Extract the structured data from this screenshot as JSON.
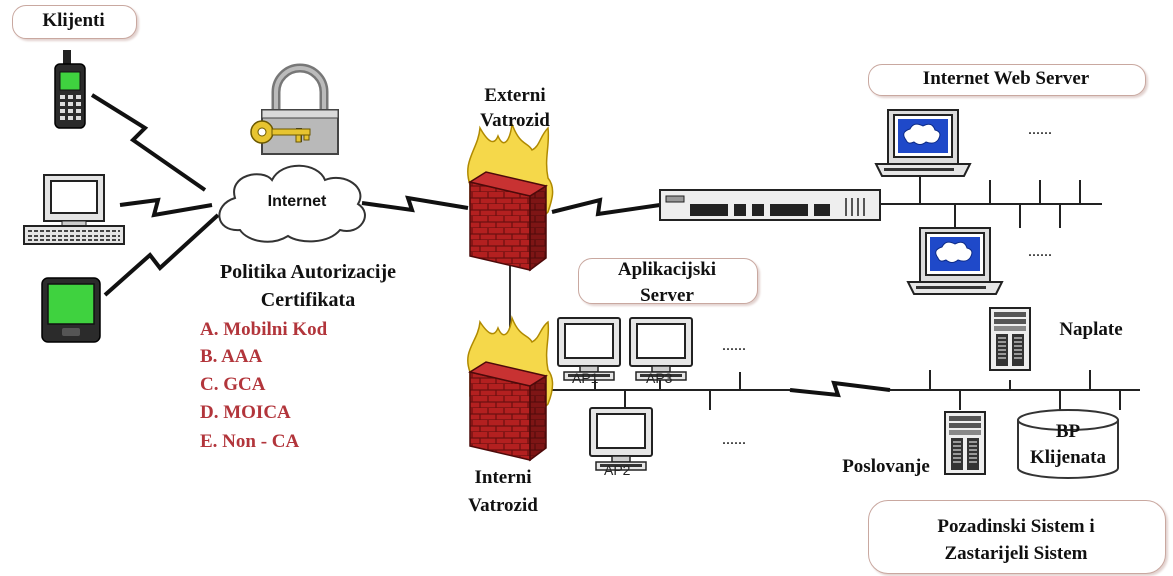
{
  "labels": {
    "clients": "Klijenti",
    "internet": "Internet",
    "external_firewall_line1": "Externi",
    "external_firewall_line2": "Vatrozid",
    "internal_firewall_line1": "Interni",
    "internal_firewall_line2": "Vatrozid",
    "web_server": "Internet Web Server",
    "app_server_line1": "Aplikacijski",
    "app_server_line2": "Server",
    "billing": "Naplate",
    "business": "Poslovanje",
    "db_line1": "BP",
    "db_line2": "Klijenata",
    "backend_line1": "Pozadinski Sistem i",
    "backend_line2": "Zastarijeli Sistem",
    "ap1": "AP1",
    "ap2": "AP2",
    "ap3": "AP3",
    "ellipsis": "......"
  },
  "policy": {
    "title_line1": "Politika Autorizacije",
    "title_line2": "Certifikata",
    "items": [
      "A. Mobilni Kod",
      "B. AAA",
      "C. GCA",
      "D. MOICA",
      "E. Non - CA"
    ]
  },
  "colors": {
    "policy_items": "#b2353b",
    "firewall_brick": "#b32020",
    "flame": "#f5d84a",
    "pda_screen": "#3fd23f",
    "cloud_icon": "#1f49c9"
  }
}
